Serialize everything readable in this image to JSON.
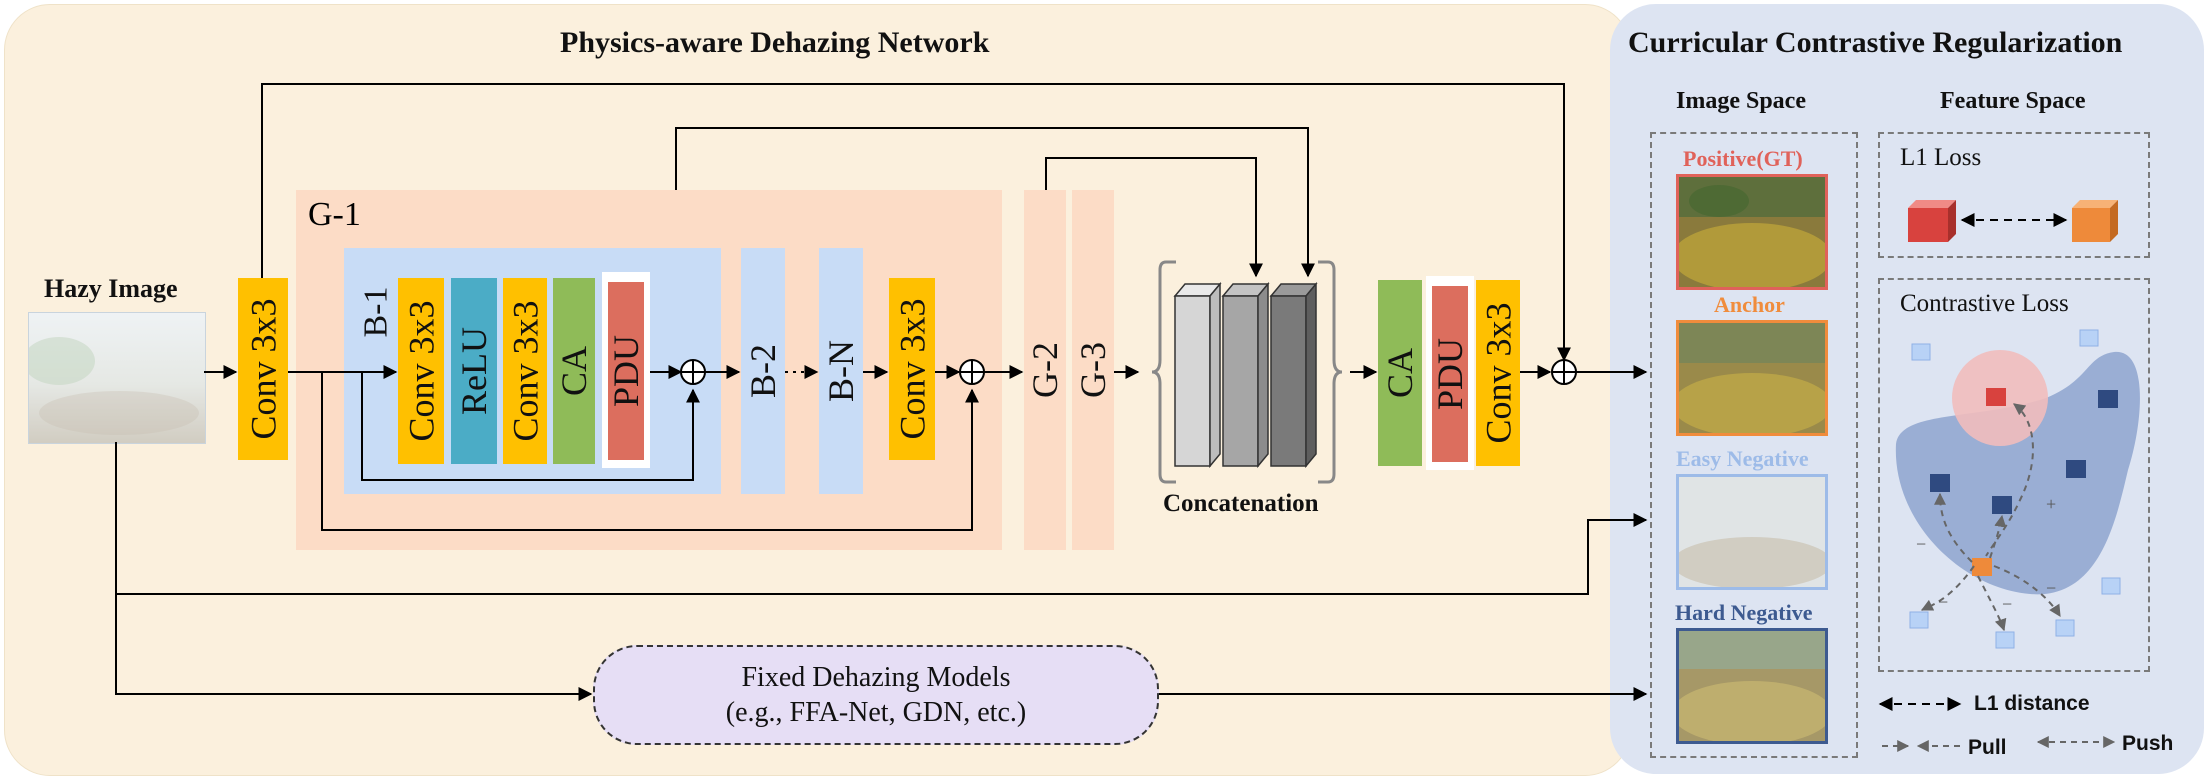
{
  "titles": {
    "left": "Physics-aware Dehazing Network",
    "right": "Curricular Contrastive Regularization"
  },
  "input": {
    "label": "Hazy Image"
  },
  "blocks": {
    "conv": "Conv 3x3",
    "relu": "ReLU",
    "ca": "CA",
    "pdu": "PDU",
    "g1": "G-1",
    "b1": "B-1",
    "b2": "B-2",
    "bn": "B-N",
    "g2": "G-2",
    "g3": "G-3",
    "concat": "Concatenation"
  },
  "fixed_models": {
    "line1": "Fixed Dehazing Models",
    "line2": "(e.g., FFA-Net, GDN, etc.)"
  },
  "image_space": {
    "heading": "Image Space",
    "items": [
      {
        "label": "Positive(GT)",
        "color": "#e0625a"
      },
      {
        "label": "Anchor",
        "color": "#f08c3c"
      },
      {
        "label": "Easy Negative",
        "color": "#9dbbe8"
      },
      {
        "label": "Hard Negative",
        "color": "#3d5a90"
      }
    ]
  },
  "feature_space": {
    "heading": "Feature Space",
    "l1_loss": "L1 Loss",
    "contrastive_loss": "Contrastive Loss"
  },
  "legend": {
    "l1_distance": "L1 distance",
    "pull": "Pull",
    "push": "Push"
  },
  "colors": {
    "conv": "#ffc000",
    "relu": "#4bacc6",
    "ca": "#8fbb58",
    "pdu": "#dc6e5e",
    "block": "#c8dcf6",
    "group": "#fcdcc6",
    "left_panel": "#fbf0dd",
    "right_panel": "#dde4f2",
    "fixed_box": "#e6def5"
  }
}
